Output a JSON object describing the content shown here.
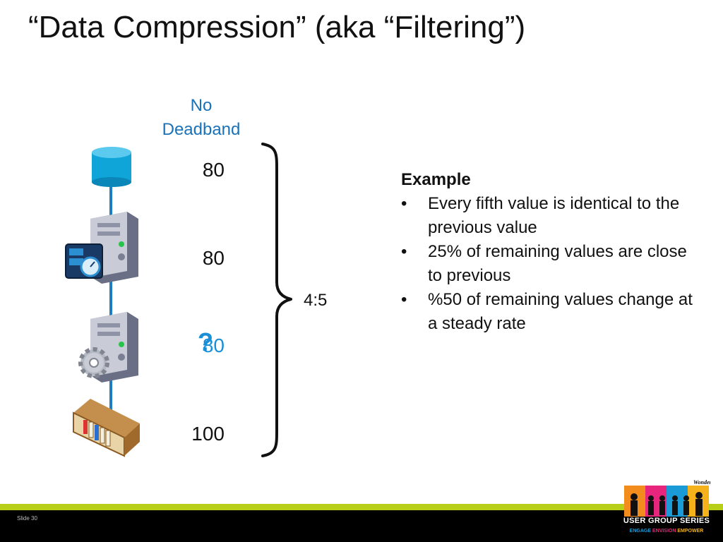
{
  "slide": {
    "title": "“Data Compression” (aka “Filtering”)",
    "column_heading_line1": "No",
    "column_heading_line2": "Deadband",
    "values": [
      "80",
      "80",
      "80",
      "100"
    ],
    "unknown_marker": "?",
    "ratio": "4:5",
    "example": {
      "heading": "Example",
      "bullets": [
        "Every fifth value is identical to the previous value",
        "25% of remaining values are close to previous",
        "%50 of remaining values change at a steady rate"
      ]
    },
    "slide_number": "Slide 30"
  },
  "branding": {
    "logo_line": "USER GROUP SERIES",
    "tagline_1": "ENGAGE",
    "tagline_2": "ENVISION",
    "tagline_3": "EMPOWER",
    "signature": "Wonderware"
  },
  "colors": {
    "accent_blue": "#1a72b8",
    "highlight_blue": "#1a8fd8",
    "footer_green": "#b8cf1a",
    "footer_black": "#000000",
    "connector": "#1f7ec2"
  },
  "icons": [
    "database-icon",
    "server-historian-icon",
    "server-config-icon",
    "plc-rack-icon",
    "brace-icon"
  ]
}
